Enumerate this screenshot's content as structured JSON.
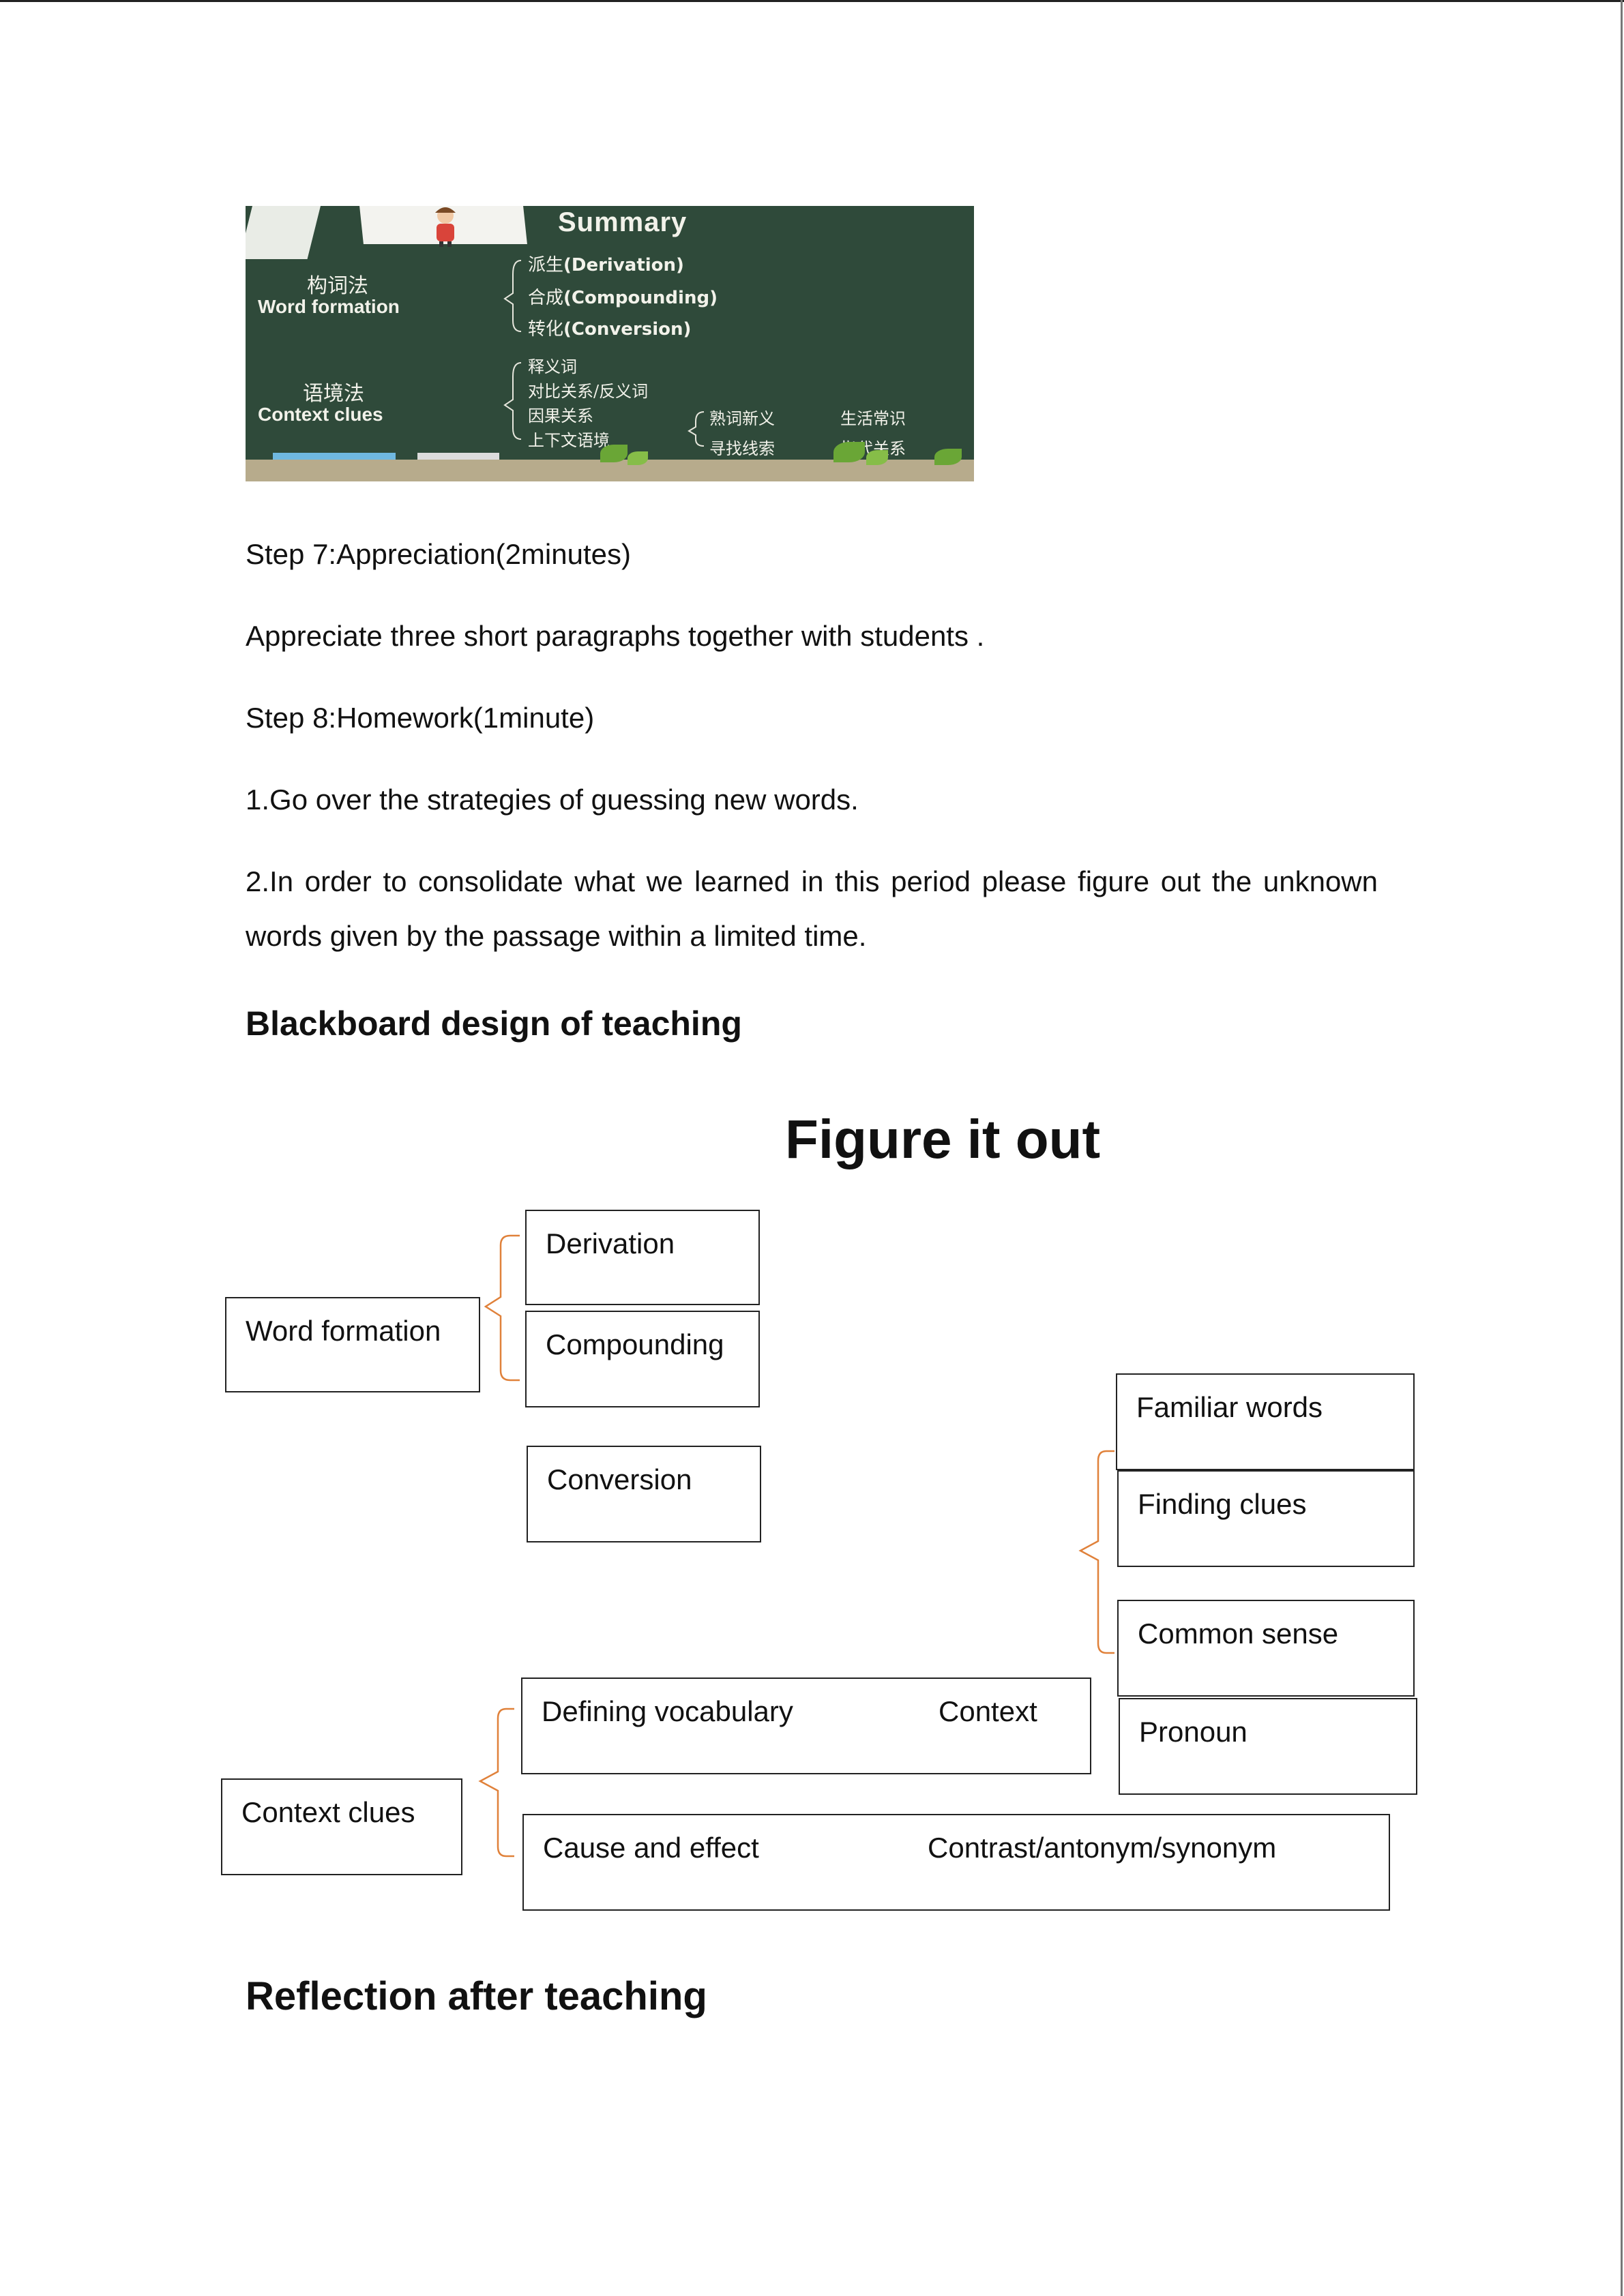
{
  "summary_image": {
    "title": "Summary",
    "word_formation_cn": "构词法",
    "word_formation_en": "Word formation",
    "derivation": {
      "cn": "派生",
      "en": "(Derivation)"
    },
    "compounding": {
      "cn": "合成",
      "en": "(Compounding)"
    },
    "conversion": {
      "cn": "转化",
      "en": "(Conversion)"
    },
    "context_cn": "语境法",
    "context_en": "Context clues",
    "context_items": [
      "释义词",
      "对比关系/反义词",
      "因果关系",
      "上下文语境"
    ],
    "sub_items": [
      "熟词新义",
      "生活常识",
      "寻找线索",
      "指代关系"
    ]
  },
  "body": {
    "step7": "Step 7:Appreciation(2minutes)",
    "step7_desc": "Appreciate three short paragraphs together with students .",
    "step8": "Step 8:Homework(1minute)",
    "hw1": "1.Go over the strategies of guessing new words.",
    "hw2": "2.In order to consolidate what we learned in this period please figure out the unknown words given by the passage within a limited time.",
    "heading_blackboard": "Blackboard design of teaching",
    "heading_reflection": "Reflection after teaching"
  },
  "diagram": {
    "title": "Figure it out",
    "word_formation": "Word formation",
    "derivation": "Derivation",
    "compounding": "Compounding",
    "conversion": "Conversion",
    "familiar_words": "Familiar words",
    "finding_clues": "Finding clues",
    "common_sense": "Common sense",
    "pronoun": "Pronoun",
    "defining_vocabulary": "Defining vocabulary",
    "context": "Context",
    "context_clues": "Context clues",
    "cause_effect": "Cause and effect",
    "contrast": "Contrast/antonym/synonym"
  },
  "colors": {
    "bracket": "#e0813a",
    "board": "#2f4a3a"
  }
}
